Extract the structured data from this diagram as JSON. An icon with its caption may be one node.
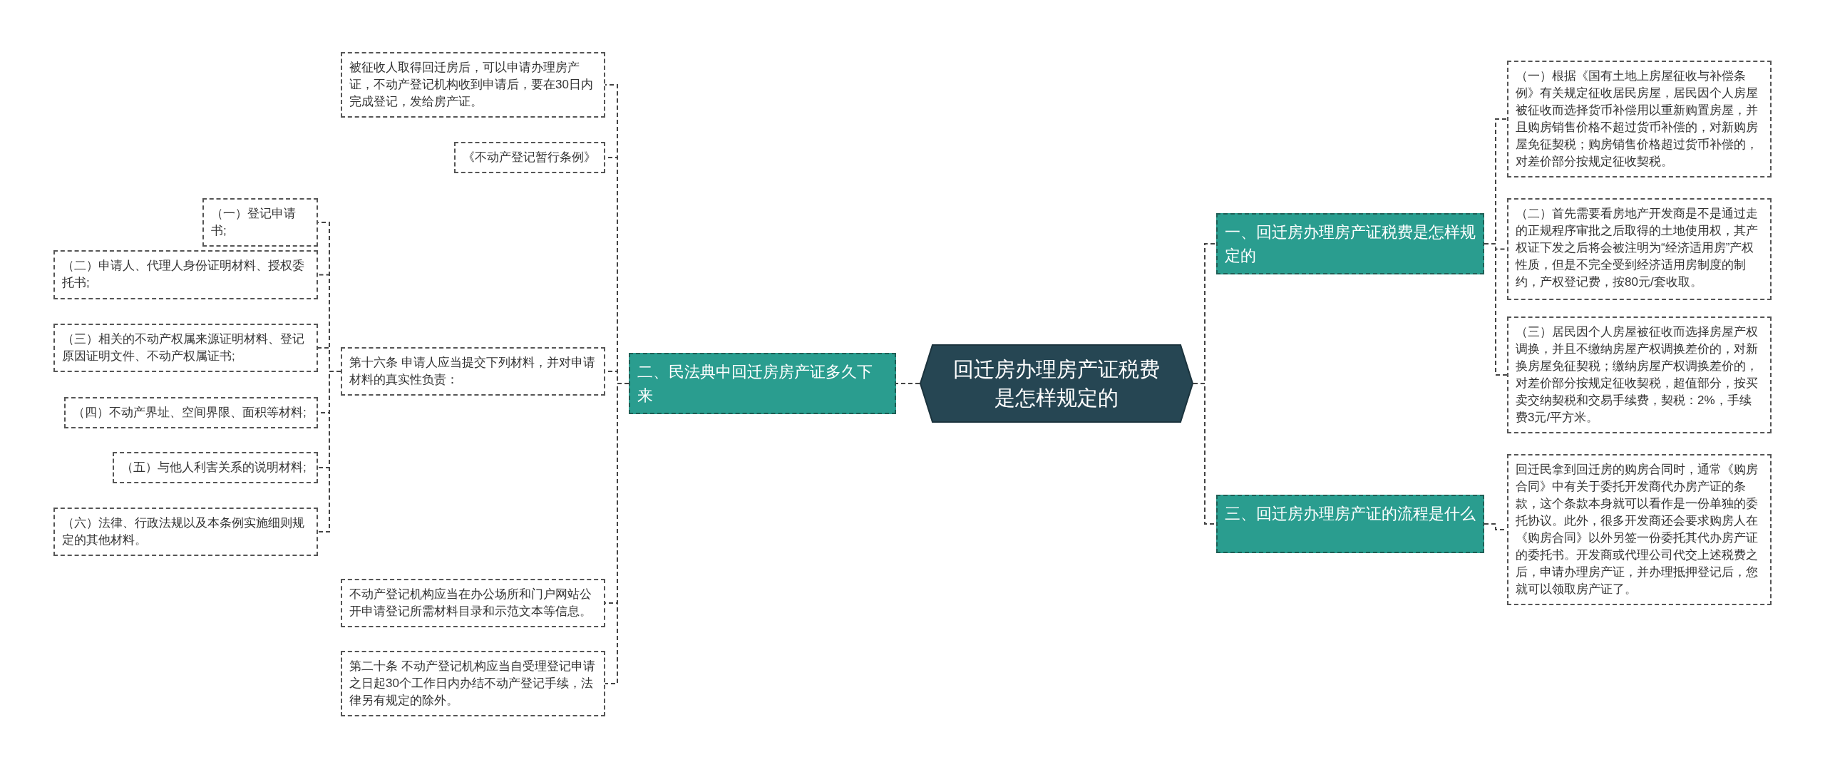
{
  "diagram": {
    "nodes": [
      {
        "text": [
          "回迁房办理房产证税费是怎样规定的"
        ]
      },
      {
        "text": [
          "一、回迁房办理房产证税费是怎样规定的"
        ]
      },
      {
        "text": [
          "（一）根据《国有土地上房屋征收与补偿条例》有关规定征收居民房屋，居民因个人房屋被征收而选择货币补偿用以重新购置房屋，并且购房销售价格不超过货币补偿的，对新购房屋免征契税；购房销售价格超过货币补偿的，对差价部分按规定征收契税。"
        ]
      },
      {
        "text": [
          "（二）首先需要看房地产开发商是不是通过走的正规程序审批之后取得的土地使用权，其产权证下发之后将会被注明为“经济适用房”产权性质，但是不完全受到经济适用房制度的制约，产权登记费，按80元/套收取。"
        ]
      },
      {
        "text": [
          "（三）居民因个人房屋被征收而选择房屋产权调换，并且不缴纳房屋产权调换差价的，对新换房屋免征契税；缴纳房屋产权调换差价的，对差价部分按规定征收契税，超值部分，按买卖交纳契税和交易手续费，契税：2%，手续费3元/平方米。"
        ]
      },
      {
        "text": [
          "三、回迁房办理房产证的流程是什么"
        ]
      },
      {
        "text": [
          "回迁民拿到回迁房的购房合同时，通常《购房合同》中有关于委托开发商代办房产证的条款，这个条款本身就可以看作是一份单独的委托协议。此外，很多开发商还会要求购房人在《购房合同》以外另签一份委托其代办房产证的委托书。开发商或代理公司代交上述税费之后，申请办理房产证，并办理抵押登记后，您就可以领取房产证了。"
        ]
      },
      {
        "text": [
          "二、民法典中回迁房房产证多久下来"
        ]
      },
      {
        "text": [
          "被征收人取得回迁房后，可以申请办理房产证，不动产登记机构收到申请后，要在30日内完成登记，发给房产证。"
        ]
      },
      {
        "text": [
          "《不动产登记暂行条例》"
        ]
      },
      {
        "text": [
          "第十六条 申请人应当提交下列材料，并对申请材料的真实性负责："
        ]
      },
      {
        "text": [
          "（一）登记申请书;"
        ]
      },
      {
        "text": [
          "（二）申请人、代理人身份证明材料、授权委托书;"
        ]
      },
      {
        "text": [
          "（三）相关的不动产权属来源证明材料、登记原因证明文件、不动产权属证书;"
        ]
      },
      {
        "text": [
          "（四）不动产界址、空间界限、面积等材料;"
        ]
      },
      {
        "text": [
          "（五）与他人利害关系的说明材料;"
        ]
      },
      {
        "text": [
          "（六）法律、行政法规以及本条例实施细则规定的其他材料。"
        ]
      },
      {
        "text": [
          "不动产登记机构应当在办公场所和门户网站公开申请登记所需材料目录和示范文本等信息。"
        ]
      },
      {
        "text": [
          "第二十条 不动产登记机构应当自受理登记申请之日起30个工作日内办结不动产登记手续，法律另有规定的除外。"
        ]
      }
    ],
    "edges": [
      {
        "from": 0,
        "to": 1,
        "arrow": "none"
      },
      {
        "from": 1,
        "to": 2,
        "arrow": "none"
      },
      {
        "from": 1,
        "to": 3,
        "arrow": "none"
      },
      {
        "from": 1,
        "to": 4,
        "arrow": "none"
      },
      {
        "from": 0,
        "to": 5,
        "arrow": "none"
      },
      {
        "from": 5,
        "to": 6,
        "arrow": "none"
      },
      {
        "from": 0,
        "to": 7,
        "arrow": "none"
      },
      {
        "from": 7,
        "to": 8,
        "arrow": "none"
      },
      {
        "from": 7,
        "to": 9,
        "arrow": "none"
      },
      {
        "from": 7,
        "to": 10,
        "arrow": "none"
      },
      {
        "from": 10,
        "to": 11,
        "arrow": "none"
      },
      {
        "from": 10,
        "to": 12,
        "arrow": "none"
      },
      {
        "from": 10,
        "to": 13,
        "arrow": "none"
      },
      {
        "from": 10,
        "to": 14,
        "arrow": "none"
      },
      {
        "from": 10,
        "to": 15,
        "arrow": "none"
      },
      {
        "from": 10,
        "to": 16,
        "arrow": "none"
      },
      {
        "from": 7,
        "to": 17,
        "arrow": "none"
      },
      {
        "from": 7,
        "to": 18,
        "arrow": "none"
      }
    ]
  }
}
